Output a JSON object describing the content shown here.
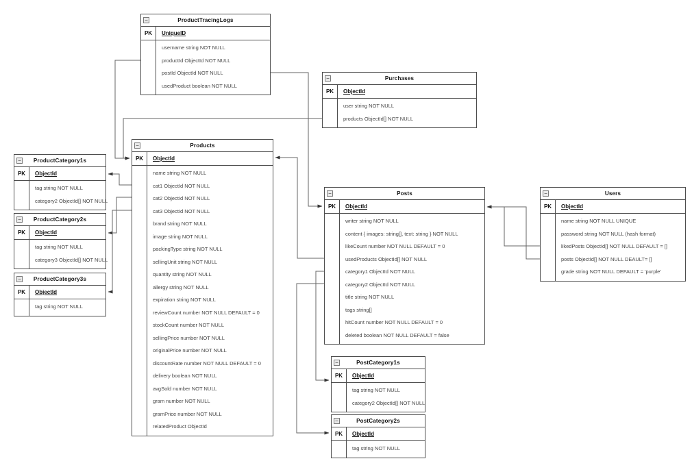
{
  "colors": {
    "background": "#ffffff",
    "border": "#4d4d4d",
    "line": "#666666",
    "text": "#454545",
    "strong": "#111111"
  },
  "icons": {
    "collapse_glyph": "−"
  },
  "entities": {
    "productTracingLogs": {
      "title": "ProductTracingLogs",
      "pk_label": "PK",
      "pk_field": "UniqueID",
      "fields": [
        "username string NOT NULL",
        "productId ObjectId NOT NULL",
        "postId ObjectId NOT NULL",
        "usedProduct boolean NOT NULL"
      ]
    },
    "purchases": {
      "title": "Purchases",
      "pk_label": "PK",
      "pk_field": "ObjectId",
      "fields": [
        "user string NOT NULL",
        "products ObjectId[] NOT NULL"
      ]
    },
    "products": {
      "title": "Products",
      "pk_label": "PK",
      "pk_field": "ObjectId",
      "fields": [
        "name string NOT NULL",
        "cat1 ObjectId NOT NULL",
        "cat2 ObjectId NOT NULL",
        "cat3 ObjectId NOT NULL",
        "brand string NOT NULL",
        "image string NOT NULL",
        "packingType string NOT NULL",
        "sellingUnit string NOT NULL",
        "quantity string NOT NULL",
        "allergy string NOT NULL",
        "expiration string NOT NULL",
        "reviewCount number NOT NULL DEFAULT = 0",
        "stockCount number NOT NULL",
        "sellingPrice number NOT NULL",
        "originalPrice number  NOT NULL",
        "discountRate number NOT NULL DEFAULT = 0",
        "delivery boolean NOT NULL",
        "avgSold number NOT NULL",
        "gram number NOT NULL",
        "gramPrice number NOT NULL",
        "relatedProduct ObjectId"
      ]
    },
    "productCategory1s": {
      "title": "ProductCategory1s",
      "pk_label": "PK",
      "pk_field": "ObjectId",
      "fields": [
        "tag string NOT NULL",
        "category2 ObjectId[] NOT NULL"
      ]
    },
    "productCategory2s": {
      "title": "ProductCategory2s",
      "pk_label": "PK",
      "pk_field": "ObjectId",
      "fields": [
        "tag string NOT NULL",
        "category3 ObjectId[] NOT NULL"
      ]
    },
    "productCategory3s": {
      "title": "ProductCategory3s",
      "pk_label": "PK",
      "pk_field": "ObjectId",
      "fields": [
        "tag string NOT NULL"
      ]
    },
    "posts": {
      "title": "Posts",
      "pk_label": "PK",
      "pk_field": "ObjectId",
      "fields": [
        "writer string NOT NULL",
        "content { images: string[], text: string } NOT NULL",
        "likeCount number NOT NULL DEFAULT = 0",
        "usedProducts ObjectId[] NOT NULL",
        "category1 ObjectId NOT NULL",
        "category2 ObjectId NOT NULL",
        "title string NOT NULL",
        "tags string[]",
        "hitCount number NOT NULL DEFAULT = 0",
        "deleted boolean NOT NULL DEFAULT = false"
      ]
    },
    "users": {
      "title": "Users",
      "pk_label": "PK",
      "pk_field": "ObjectId",
      "fields": [
        "name string NOT NULL UNIQUE",
        "password string NOT NULL (hash format)",
        "likedPosts ObjectId[] NOT NULL DEFAULT = []",
        "posts ObjectId[] NOT NULL DEAULT= []",
        "grade string NOT NULL DEFAULT = 'purple'"
      ]
    },
    "postCategory1s": {
      "title": "PostCategory1s",
      "pk_label": "PK",
      "pk_field": "ObjectId",
      "fields": [
        "tag string NOT NULL",
        "category2 ObjectId[] NOT NULL"
      ]
    },
    "postCategory2s": {
      "title": "PostCategory2s",
      "pk_label": "PK",
      "pk_field": "ObjectId",
      "fields": [
        "tag string NOT NULL"
      ]
    }
  },
  "relationships": [
    {
      "from": "ProductTracingLogs.productId",
      "to": "Products.ObjectId"
    },
    {
      "from": "ProductTracingLogs.postId",
      "to": "Posts.ObjectId"
    },
    {
      "from": "Purchases.products",
      "to": "Products.ObjectId"
    },
    {
      "from": "Posts.usedProducts",
      "to": "Products.ObjectId"
    },
    {
      "from": "Posts.category1",
      "to": "PostCategory1s.ObjectId"
    },
    {
      "from": "Posts.category2",
      "to": "PostCategory2s.ObjectId"
    },
    {
      "from": "Users.likedPosts",
      "to": "Posts.ObjectId"
    },
    {
      "from": "Users.posts",
      "to": "Posts.ObjectId"
    },
    {
      "from": "Products.cat1",
      "to": "ProductCategory1s.ObjectId"
    },
    {
      "from": "Products.cat2",
      "to": "ProductCategory2s.ObjectId"
    },
    {
      "from": "Products.cat3",
      "to": "ProductCategory3s.ObjectId"
    }
  ]
}
